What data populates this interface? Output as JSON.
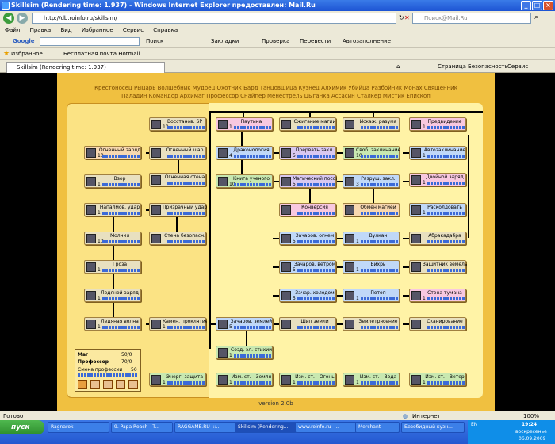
{
  "window": {
    "title": "Skillsim (Rendering time: 1.937) - Windows Internet Explorer предоставлен: Mail.Ru"
  },
  "address": {
    "url": "http://db.roinfo.ru/skillsim/",
    "search_placeholder": "Поиск@Mail.Ru"
  },
  "menu": [
    "Файл",
    "Правка",
    "Вид",
    "Избранное",
    "Сервис",
    "Справка"
  ],
  "google_toolbar": {
    "logo": "Google",
    "items": [
      "Поиск",
      "Закладки",
      "Проверка",
      "Перевести",
      "Автозаполнение"
    ]
  },
  "favorites": {
    "label": "Избранное",
    "link": "Бесплатная почта Hotmail"
  },
  "tab": {
    "label": "Skillsim (Rendering time: 1.937)"
  },
  "cmd": [
    "Страница",
    "Безопасность",
    "Сервис"
  ],
  "classes_row1": "Крестоносец  Рыцарь  Волшебник  Мудрец  Охотник  Бард  Танцовщица  Кузнец  Алхимик  Убийца  Разбойник  Монах  Священник",
  "classes_row2": "Паладин  Командор  Архимаг  Профессор  Снайпер  Менестрель  Цыганка  Ассасин  Сталкер  Мистик  Епископ",
  "version": "version 2.0b",
  "skills": [
    {
      "id": "s1",
      "name": "Восстанов. SP",
      "lv": "10",
      "cls": "grey"
    },
    {
      "id": "s2",
      "name": "Паутина",
      "lv": "1",
      "cls": "pink"
    },
    {
      "id": "s3",
      "name": "Сжигание магии",
      "lv": "",
      "cls": "grey"
    },
    {
      "id": "s4",
      "name": "Искаж. разума",
      "lv": "",
      "cls": "grey"
    },
    {
      "id": "s5",
      "name": "Предвидение",
      "lv": "1",
      "cls": "pink"
    },
    {
      "id": "s6",
      "name": "Огненный заряд",
      "lv": "10",
      "cls": "peach"
    },
    {
      "id": "s7",
      "name": "Огненный шар",
      "lv": "",
      "cls": "grey"
    },
    {
      "id": "s8",
      "name": "Драконология",
      "lv": "4",
      "cls": "blue"
    },
    {
      "id": "s9",
      "name": "Прервать закл.",
      "lv": "5",
      "cls": "purple"
    },
    {
      "id": "s10",
      "name": "Своб. заклинание",
      "lv": "10",
      "cls": "green"
    },
    {
      "id": "s11",
      "name": "Автозаклинание",
      "lv": "1",
      "cls": "blue"
    },
    {
      "id": "s12",
      "name": "Огненная стена",
      "lv": "",
      "cls": "grey"
    },
    {
      "id": "s13",
      "name": "Взор",
      "lv": "1",
      "cls": "grey"
    },
    {
      "id": "s14",
      "name": "Книга ученого",
      "lv": "10",
      "cls": "green"
    },
    {
      "id": "s15",
      "name": "Магический посох",
      "lv": "5",
      "cls": "purple"
    },
    {
      "id": "s16",
      "name": "Разруш. закл.",
      "lv": "3",
      "cls": "blue"
    },
    {
      "id": "s17",
      "name": "Двойной заряд",
      "lv": "1",
      "cls": "pink"
    },
    {
      "id": "s18",
      "name": "Напалмов. удар",
      "lv": "1",
      "cls": "grey"
    },
    {
      "id": "s19",
      "name": "Призрачный удар",
      "lv": "",
      "cls": "grey"
    },
    {
      "id": "s20",
      "name": "Конверсия",
      "lv": "",
      "cls": "pink"
    },
    {
      "id": "s21",
      "name": "Обмен магией",
      "lv": "",
      "cls": "peach"
    },
    {
      "id": "s22",
      "name": "Расколдовать",
      "lv": "1",
      "cls": "blue"
    },
    {
      "id": "s23",
      "name": "Молния",
      "lv": "10",
      "cls": "grey"
    },
    {
      "id": "s24",
      "name": "Стена безопасн.",
      "lv": "",
      "cls": "grey"
    },
    {
      "id": "s25",
      "name": "Зачаров. огнем",
      "lv": "5",
      "cls": "blue"
    },
    {
      "id": "s26",
      "name": "Вулкан",
      "lv": "1",
      "cls": "blue"
    },
    {
      "id": "s27",
      "name": "Абракадабра",
      "lv": "",
      "cls": "grey"
    },
    {
      "id": "s28",
      "name": "Гроза",
      "lv": "1",
      "cls": "grey"
    },
    {
      "id": "s29",
      "name": "Зачаров. ветром",
      "lv": "5",
      "cls": "blue"
    },
    {
      "id": "s30",
      "name": "Вихрь",
      "lv": "1",
      "cls": "blue"
    },
    {
      "id": "s31",
      "name": "Защитник земель",
      "lv": "",
      "cls": "grey"
    },
    {
      "id": "s32",
      "name": "Ледяной заряд",
      "lv": "1",
      "cls": "grey"
    },
    {
      "id": "s33",
      "name": "Зачар. холодом",
      "lv": "5",
      "cls": "blue"
    },
    {
      "id": "s34",
      "name": "Потоп",
      "lv": "1",
      "cls": "blue"
    },
    {
      "id": "s35",
      "name": "Стена тумана",
      "lv": "1",
      "cls": "pink"
    },
    {
      "id": "s36",
      "name": "Ледяная волна",
      "lv": "1",
      "cls": "grey"
    },
    {
      "id": "s37",
      "name": "Камен. проклятие",
      "lv": "1",
      "cls": "grey"
    },
    {
      "id": "s38",
      "name": "Зачаров. землей",
      "lv": "5",
      "cls": "blue"
    },
    {
      "id": "s39",
      "name": "Шип земли",
      "lv": "",
      "cls": "grey"
    },
    {
      "id": "s40",
      "name": "Землетрясение",
      "lv": "",
      "cls": "grey"
    },
    {
      "id": "s41",
      "name": "Сканирование",
      "lv": "",
      "cls": "grey"
    },
    {
      "id": "s42",
      "name": "Созд. эл. стихии",
      "lv": "1",
      "cls": "green"
    },
    {
      "id": "s43",
      "name": "Энерг. защита",
      "lv": "1",
      "cls": "green"
    },
    {
      "id": "s44",
      "name": "Изм. ст. - Земля",
      "lv": "1",
      "cls": "green"
    },
    {
      "id": "s45",
      "name": "Изм. ст. - Огонь",
      "lv": "1",
      "cls": "green"
    },
    {
      "id": "s46",
      "name": "Изм. ст. - Вода",
      "lv": "1",
      "cls": "green"
    },
    {
      "id": "s47",
      "name": "Изм. ст. - Ветер",
      "lv": "1",
      "cls": "green"
    }
  ],
  "stats": {
    "mag_label": "Маг",
    "mag_value": "50/0",
    "prof_label": "Профессор",
    "prof_value": "70/0",
    "change_label": "Смена профессии",
    "change_value": "50"
  },
  "status": {
    "left": "Готово",
    "internet": "Интернет",
    "zoom": "100%"
  },
  "taskbar": {
    "start": "пуск",
    "tasks": [
      "Ragnarok",
      "9. Papa Roach - T...",
      "RAGGAME.RU :::...",
      "Skillsim (Rendering...",
      "www.roinfo.ru -...",
      "Merchant",
      "Безобидный кузн..."
    ],
    "lang": "EN",
    "time": "19:24",
    "day": "воскресенье",
    "date": "06.09.2009"
  }
}
